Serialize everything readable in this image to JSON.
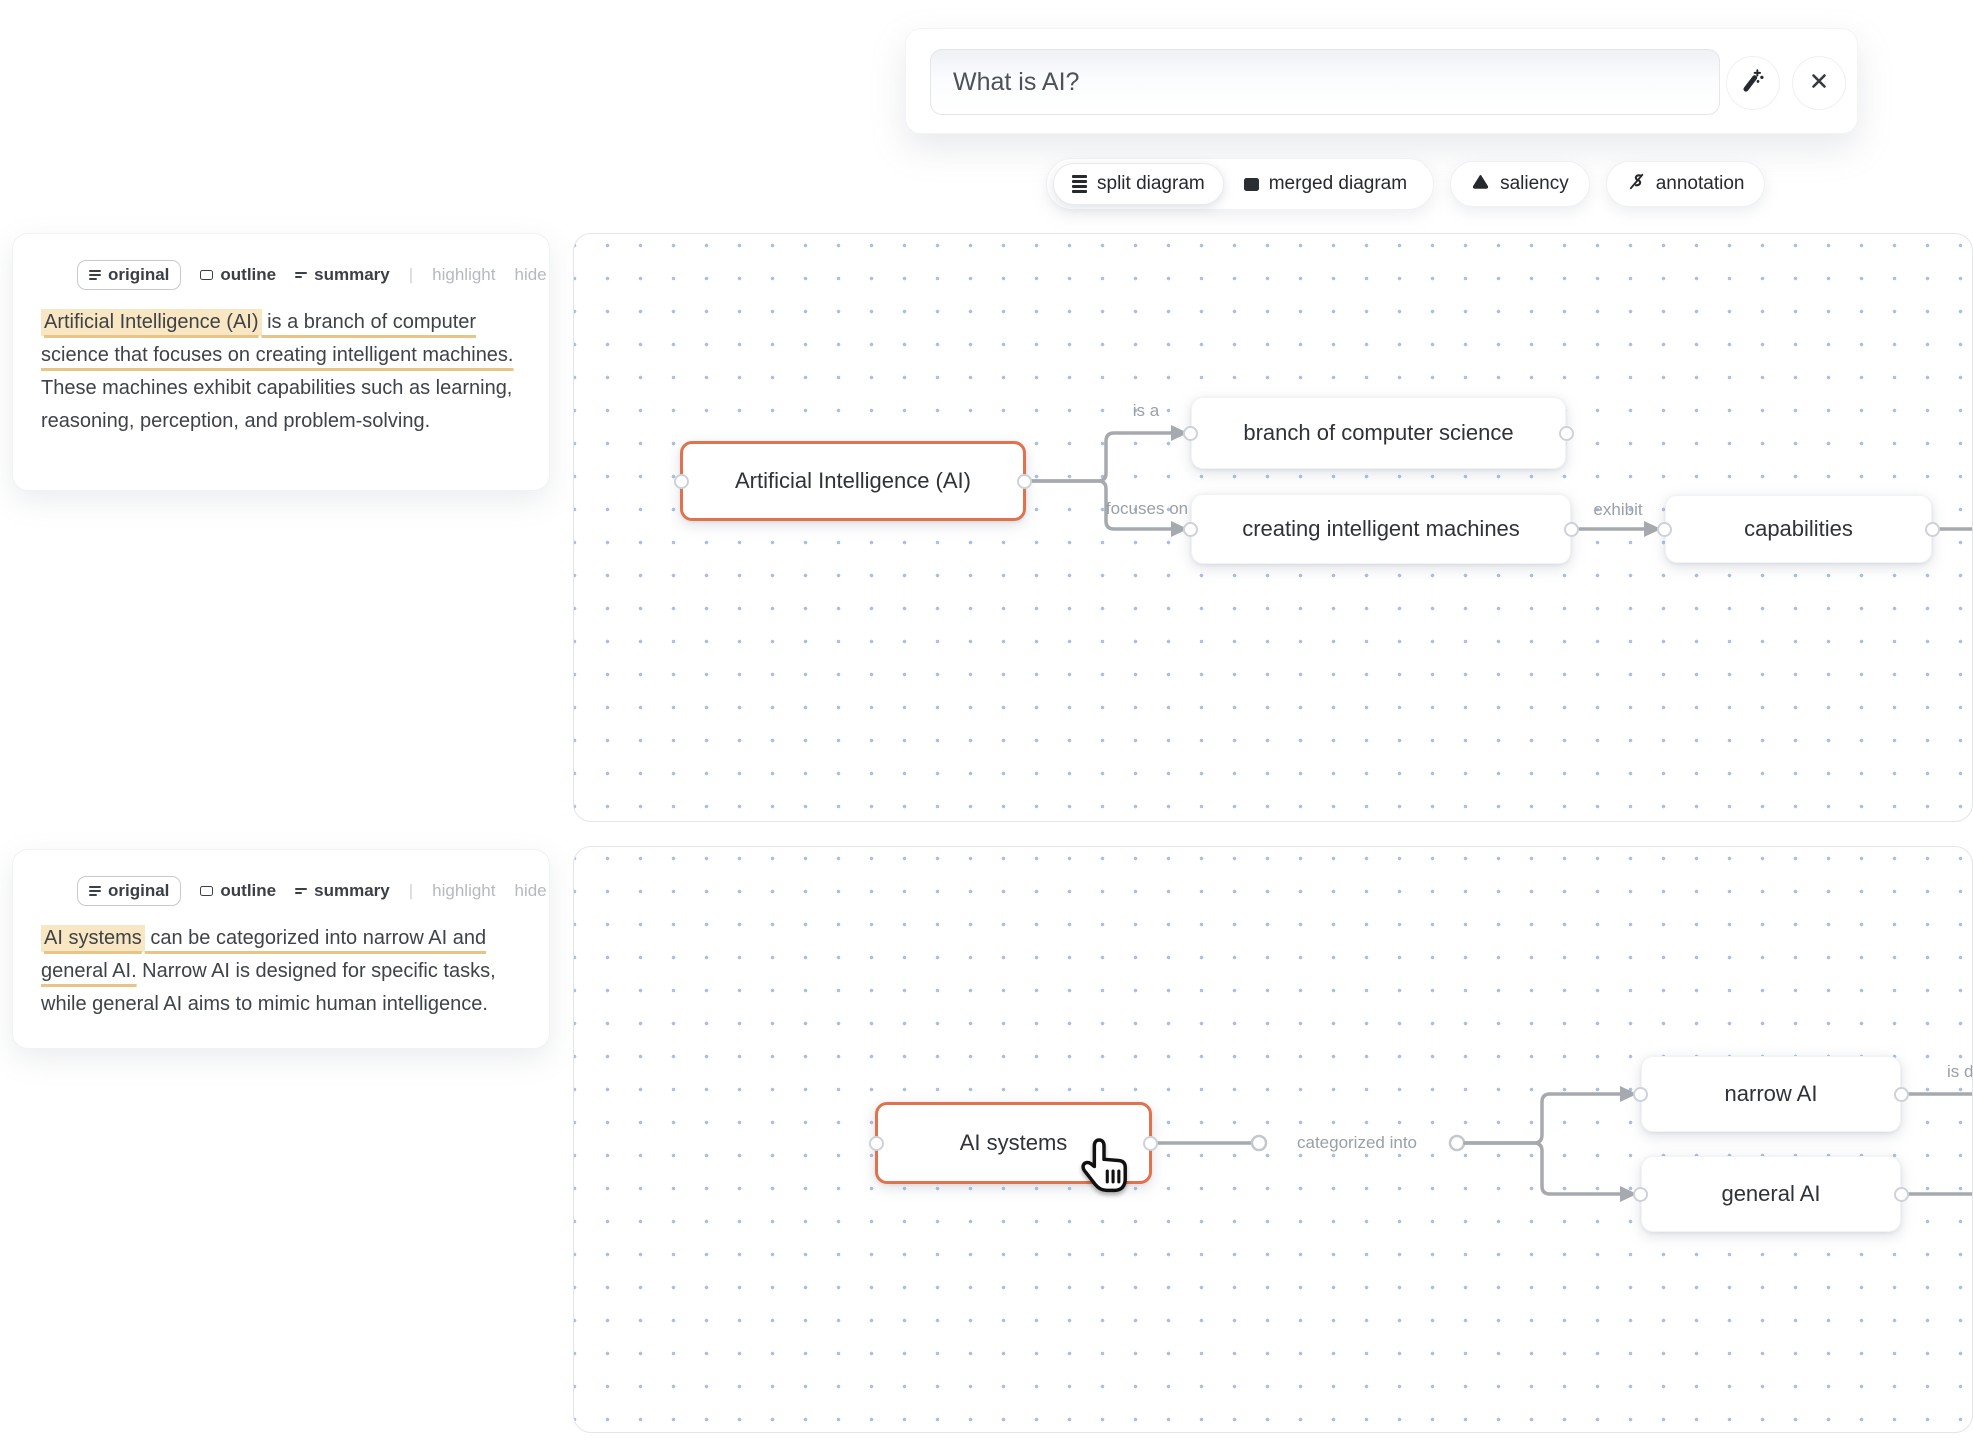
{
  "search": {
    "value": "What is AI?"
  },
  "toolbar": {
    "split_label": "split diagram",
    "merged_label": "merged diagram",
    "saliency_label": "saliency",
    "annotation_label": "annotation"
  },
  "panel_tabs": {
    "original": "original",
    "outline": "outline",
    "summary": "summary",
    "divider": "|",
    "highlight": "highlight",
    "hide": "hide"
  },
  "sections": [
    {
      "text": {
        "highlighted": "Artificial Intelligence (AI)",
        "underlined": " is a branch of computer science that focuses on creating intelligent machines.",
        "plain": " These machines exhibit capabilities such as learning, reasoning, perception, and problem-solving."
      },
      "diagram": {
        "nodes": {
          "source": "Artificial Intelligence (AI)",
          "branch": "branch of computer science",
          "creating": "creating intelligent machines",
          "capabilities": "capabilities"
        },
        "edge_labels": {
          "is_a": "is a",
          "focuses_on": "focuses on",
          "exhibit": "exhibit"
        }
      }
    },
    {
      "text": {
        "highlighted": "AI systems",
        "underlined": " can be categorized into narrow AI and general AI.",
        "plain": " Narrow AI is designed for specific tasks, while general AI aims to mimic human intelligence."
      },
      "diagram": {
        "nodes": {
          "source": "AI systems",
          "narrow": "narrow AI",
          "general": "general AI"
        },
        "edge_labels": {
          "categorized_into": "categorized into",
          "clipped": "is de"
        }
      }
    }
  ],
  "colors": {
    "accent_orange": "#e0734d",
    "edge_gray": "#a6aaae",
    "highlight_bg": "#f8e7c2",
    "underline_orange": "#e9c487",
    "grid_dot_blue": "#a9c0e6"
  }
}
